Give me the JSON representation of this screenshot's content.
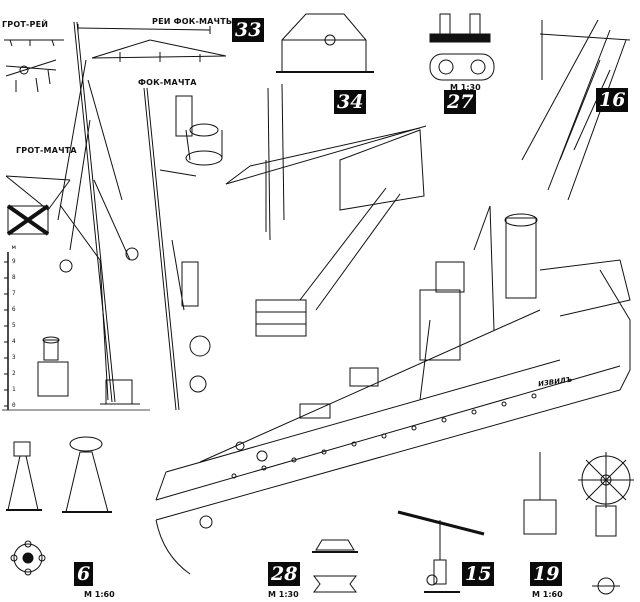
{
  "labels": {
    "grot_rey": "ГРОТ-РЕЙ",
    "rei_fok": "РЕИ ФОК-МАЧТЫ",
    "fok_machta": "ФОК-МАЧТА",
    "grot_machta": "ГРОТ-МАЧТА",
    "hull_name": "ИЗВИЛЪ"
  },
  "badges": {
    "b33": "33",
    "b34": "34",
    "b27": "27",
    "b16": "16",
    "b6": "6",
    "b28": "28",
    "b15": "15",
    "b19": "19"
  },
  "scales": {
    "s27": "М 1:30",
    "s6": "М 1:60",
    "s28": "М 1:30",
    "s19": "М 1:60"
  },
  "ruler": {
    "unit": "м",
    "ticks": [
      "0",
      "1",
      "2",
      "3",
      "4",
      "5",
      "6",
      "7",
      "8",
      "9"
    ]
  },
  "colors": {
    "ink": "#111111",
    "paper": "#ffffff"
  }
}
